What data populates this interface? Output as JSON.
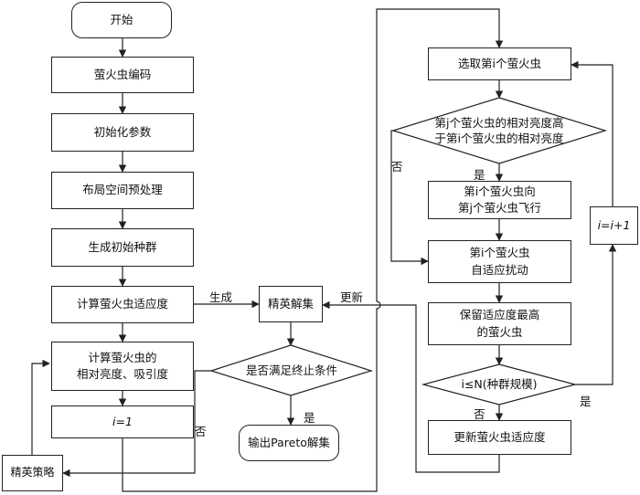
{
  "nodes": {
    "start": "开始",
    "encode": "萤火虫编码",
    "init_params": "初始化参数",
    "preprocess": "布局空间预处理",
    "init_pop": "生成初始种群",
    "fitness": "计算萤火虫适应度",
    "brightness": "计算萤火虫的\n相对亮度、吸引度",
    "i_eq_1": "i=1",
    "elite_strategy": "精英策略",
    "elite_set": "精英解集",
    "terminate_check": "是否满足终止条件",
    "output_pareto": "输出Pareto解集",
    "select_i": "选取第i个萤火虫",
    "compare_brightness": "第j个萤火虫的相对亮度高\n于第i个萤火虫的相对亮度",
    "fly": "第i个萤火虫向\n第j个萤火虫飞行",
    "perturb": "第i个萤火虫\n自适应扰动",
    "keep_best": "保留适应度最高\n的萤火虫",
    "i_le_n": "i≤N(种群规模)",
    "increment": "i=i+1",
    "update_fitness": "更新萤火虫适应度"
  },
  "labels": {
    "generate": "生成",
    "update": "更新",
    "no_terminate": "否",
    "yes_terminate": "是",
    "no_compare": "否",
    "yes_compare": "是",
    "no_loop": "否",
    "yes_loop": "是"
  }
}
